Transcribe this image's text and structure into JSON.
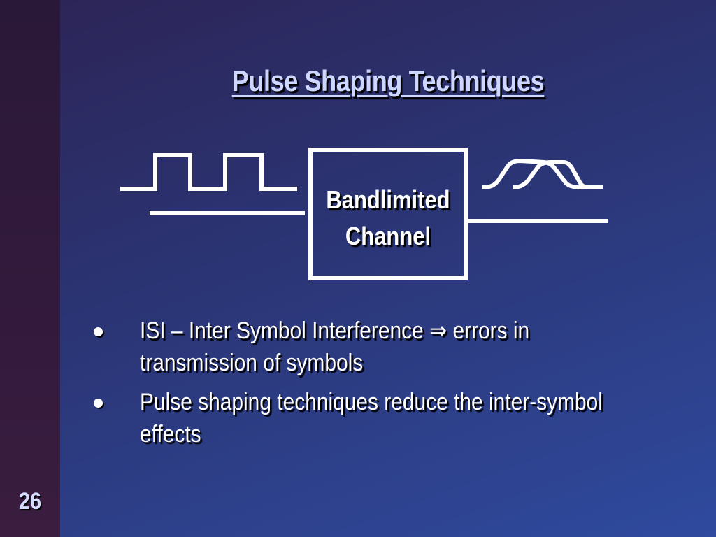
{
  "slide": {
    "title": "Pulse Shaping Techniques",
    "number": "26"
  },
  "diagram": {
    "channel_label_line1": "Bandlimited",
    "channel_label_line2": "Channel",
    "stroke_color": "#ffffff"
  },
  "bullets": [
    {
      "text": "ISI – Inter Symbol Interference ⇒ errors in transmission of symbols"
    },
    {
      "text": "Pulse shaping techniques  reduce the inter-symbol effects"
    }
  ],
  "colors": {
    "background": "#2b3575",
    "side_bar": "#331a3c",
    "title": "#cdd6ff",
    "text": "#ffffff"
  }
}
